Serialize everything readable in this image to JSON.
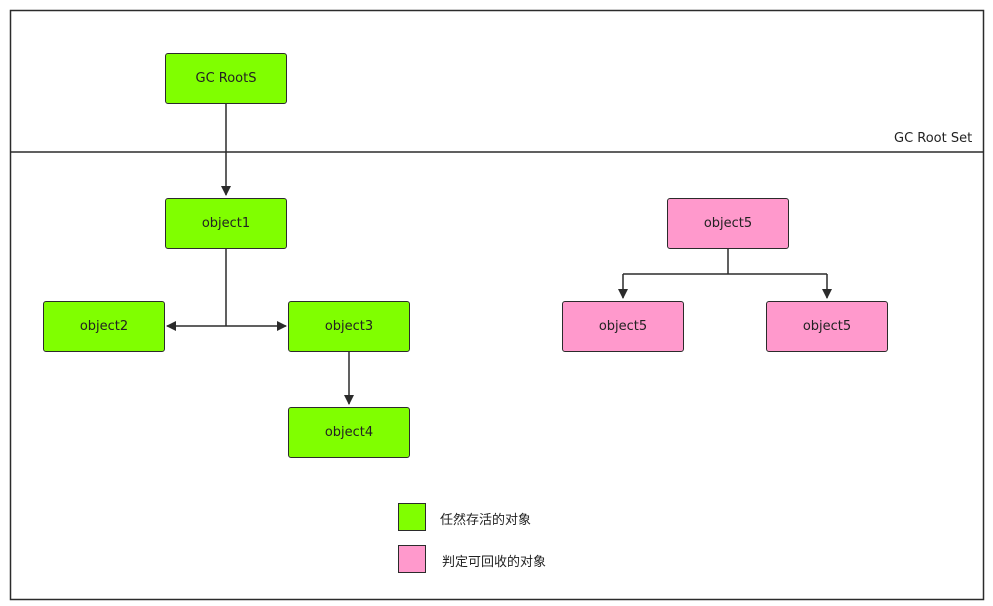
{
  "colors": {
    "alive": "#80ff00",
    "collectable": "#ff99cc",
    "stroke": "#2b2b2b"
  },
  "region": {
    "root_set_label": "GC Root Set"
  },
  "nodes": {
    "gc_roots": "GC RootS",
    "object1": "object1",
    "object2": "object2",
    "object3": "object3",
    "object4": "object4",
    "object5_parent": "object5",
    "object5_left": "object5",
    "object5_right": "object5"
  },
  "edges": [
    {
      "from": "gc_roots",
      "to": "object1"
    },
    {
      "from": "object1",
      "to": "object2"
    },
    {
      "from": "object1",
      "to": "object3"
    },
    {
      "from": "object3",
      "to": "object4"
    },
    {
      "from": "object5_parent",
      "to": "object5_left"
    },
    {
      "from": "object5_parent",
      "to": "object5_right"
    }
  ],
  "legend": {
    "alive_label": "任然存活的对象",
    "collectable_label": "判定可回收的对象"
  }
}
